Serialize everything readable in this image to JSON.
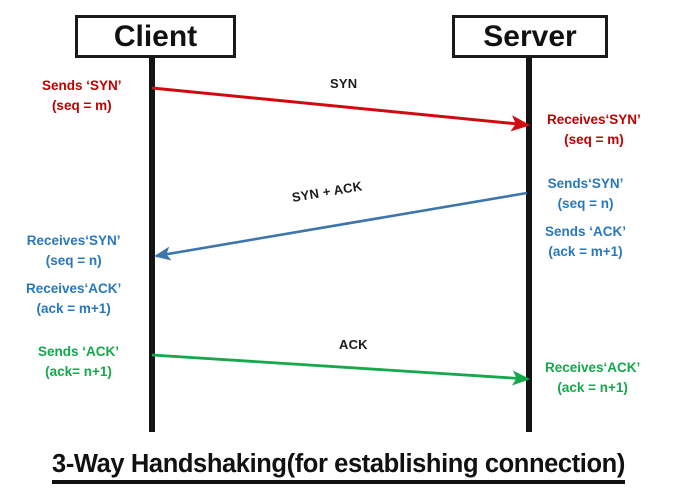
{
  "diagram": {
    "nodes": {
      "client": "Client",
      "server": "Server"
    },
    "arrow_labels": {
      "syn": "SYN",
      "syn_ack": "SYN + ACK",
      "ack": "ACK"
    },
    "annotations": {
      "client_syn_send": {
        "line1": "Sends ‘SYN’",
        "line2": "(seq = m)",
        "color": "#c00000"
      },
      "server_syn_recv": {
        "line1": "Receives‘SYN’",
        "line2": "(seq = m)",
        "color": "#c00000"
      },
      "server_syn_send": {
        "line1": "Sends‘SYN’",
        "line2": "(seq = n)",
        "color": "#2878be"
      },
      "server_ack_send": {
        "line1": "Sends ‘ACK’",
        "line2": "(ack = m+1)",
        "color": "#2878be"
      },
      "client_syn_recv": {
        "line1": "Receives‘SYN’",
        "line2": "(seq = n)",
        "color": "#2878be"
      },
      "client_ack_recv": {
        "line1": "Receives‘ACK’",
        "line2": "(ack = m+1)",
        "color": "#2878be"
      },
      "client_ack_send": {
        "line1": "Sends ‘ACK’",
        "line2": "(ack= n+1)",
        "color": "#13a84b"
      },
      "server_ack_recv": {
        "line1": "Receives‘ACK’",
        "line2": "(ack = n+1)",
        "color": "#13a84b"
      }
    },
    "caption": "3-Way Handshaking(for establishing connection)",
    "colors": {
      "syn_arrow": "#d10a12",
      "syn_ack_arrow": "#3d76ad",
      "ack_arrow": "#15a84c",
      "lifeline": "#141414",
      "box_border": "#1a1a1a",
      "text": "#111111"
    }
  }
}
